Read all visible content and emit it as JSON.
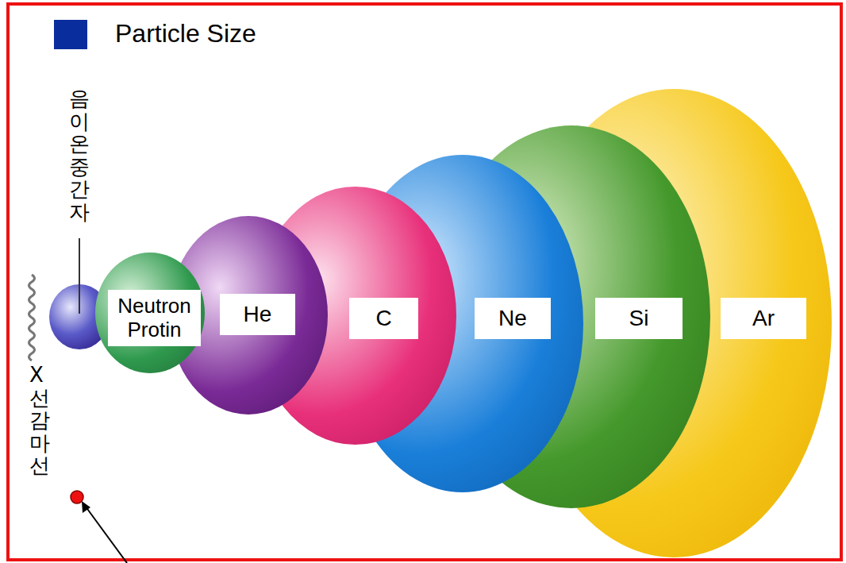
{
  "diagram": {
    "nodes": [
      {
        "text": [
          "Neutron Protin"
        ]
      },
      {
        "text": [
          "He"
        ]
      },
      {
        "text": [
          "C"
        ]
      },
      {
        "text": [
          "Ne"
        ]
      },
      {
        "text": [
          "Si"
        ]
      },
      {
        "text": [
          "Ar"
        ]
      }
    ],
    "labels": [
      "음이온중간자",
      "X선 감마선"
    ],
    "legend": [
      {
        "text": "Particle Size",
        "color": "#0a2d9e"
      }
    ]
  }
}
